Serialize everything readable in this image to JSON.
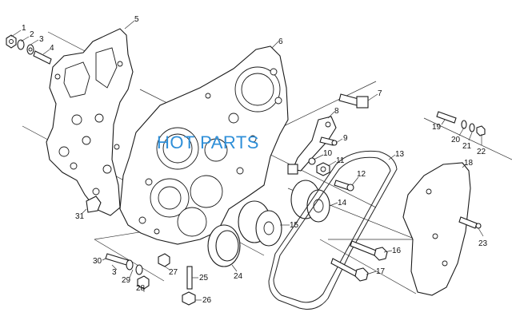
{
  "watermark": "HOT PARTS",
  "watermark_color": "#2f8fd8",
  "callouts": {
    "n1": "1",
    "n2": "2",
    "n3": "3",
    "n4": "4",
    "n5": "5",
    "n6": "6",
    "n7": "7",
    "n8": "8",
    "n9": "9",
    "n10": "10",
    "n11": "11",
    "n12": "12",
    "n13": "13",
    "n14": "14",
    "n15": "15",
    "n16": "16",
    "n17": "17",
    "n18": "18",
    "n19": "19",
    "n20": "20",
    "n21": "21",
    "n22": "22",
    "n23": "23",
    "n24": "24",
    "n25": "25",
    "n26": "26",
    "n27": "27",
    "n28": "28",
    "n29": "29",
    "n30": "30",
    "n31": "31",
    "n3b": "3"
  }
}
